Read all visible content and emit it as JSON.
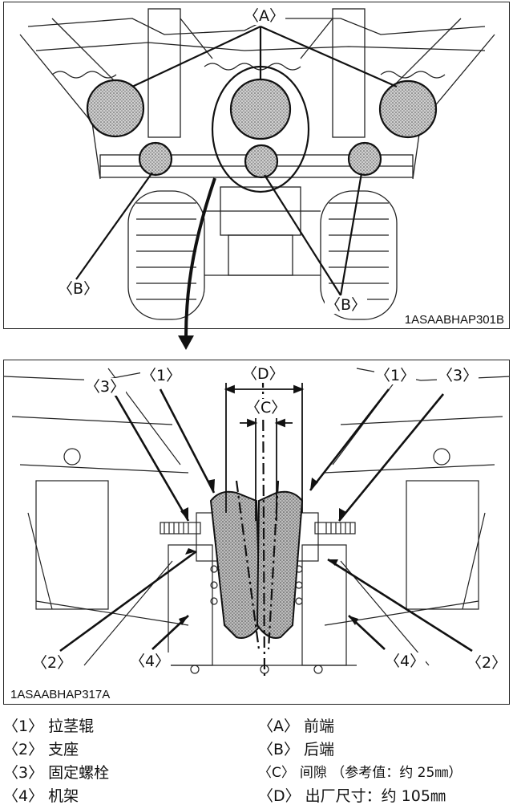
{
  "top_diagram": {
    "label_A": "〈A〉",
    "label_B_left": "〈B〉",
    "label_B_right": "〈B〉",
    "code": "1ASAABHAP301B"
  },
  "bottom_diagram": {
    "label_D": "〈D〉",
    "label_C": "〈C〉",
    "label_1_left": "〈1〉",
    "label_1_right": "〈1〉",
    "label_3_left": "〈3〉",
    "label_3_right": "〈3〉",
    "label_2_left": "〈2〉",
    "label_2_right": "〈2〉",
    "label_4_left": "〈4〉",
    "label_4_right": "〈4〉",
    "code": "1ASAABHAP317A"
  },
  "legend": {
    "left": [
      {
        "key": "〈1〉",
        "text": "拉茎辊"
      },
      {
        "key": "〈2〉",
        "text": "支座"
      },
      {
        "key": "〈3〉",
        "text": "固定螺栓"
      },
      {
        "key": "〈4〉",
        "text": "机架"
      }
    ],
    "right": [
      {
        "key": "〈A〉",
        "text": "前端"
      },
      {
        "key": "〈B〉",
        "text": "后端"
      },
      {
        "key": "〈C〉",
        "text": "间隙 （参考值：约 25㎜）"
      },
      {
        "key": "〈D〉",
        "text": "出厂尺寸：约 105㎜"
      }
    ]
  }
}
